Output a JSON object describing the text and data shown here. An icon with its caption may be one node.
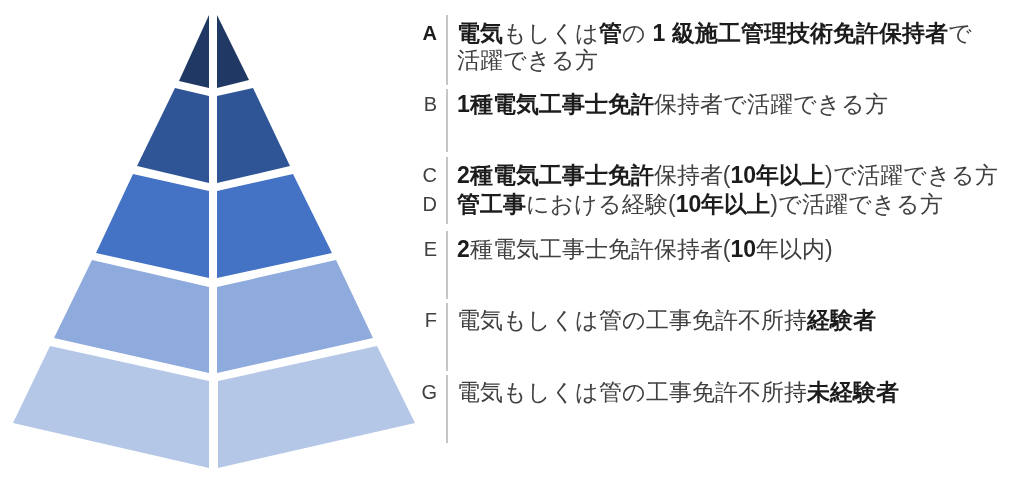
{
  "diagram": {
    "nodes": [
      {
        "text": [],
        "shape": "triangle"
      },
      {
        "text": [],
        "shape": "triangle"
      },
      {
        "text": [],
        "shape": "trapezoid"
      },
      {
        "text": [],
        "shape": "trapezoid"
      },
      {
        "text": [],
        "shape": "trapezoid"
      },
      {
        "text": [],
        "shape": "trapezoid"
      },
      {
        "text": [],
        "shape": "trapezoid"
      },
      {
        "text": [],
        "shape": "trapezoid"
      },
      {
        "text": [],
        "shape": "trapezoid"
      },
      {
        "text": [],
        "shape": "trapezoid"
      }
    ],
    "labels": [
      "A",
      "**電気**もしくは**管**の **1 級施工管理技術免許保持者**で活躍できる方",
      "B",
      "**1種電気工事士免許**保持者で活躍できる方",
      "C",
      "**2種電気工事士免許**保持者(**10年以上**)で活躍できる方",
      "D",
      "**管工事**における経験(**10年以上**)で活躍できる方",
      "E",
      "**2**種電気工事士免許保持者(**10**年以内)",
      "F",
      "電気もしくは管の工事免許不所持**経験者**",
      "G",
      "電気もしくは管の工事免許不所持**未経験者**"
    ]
  }
}
